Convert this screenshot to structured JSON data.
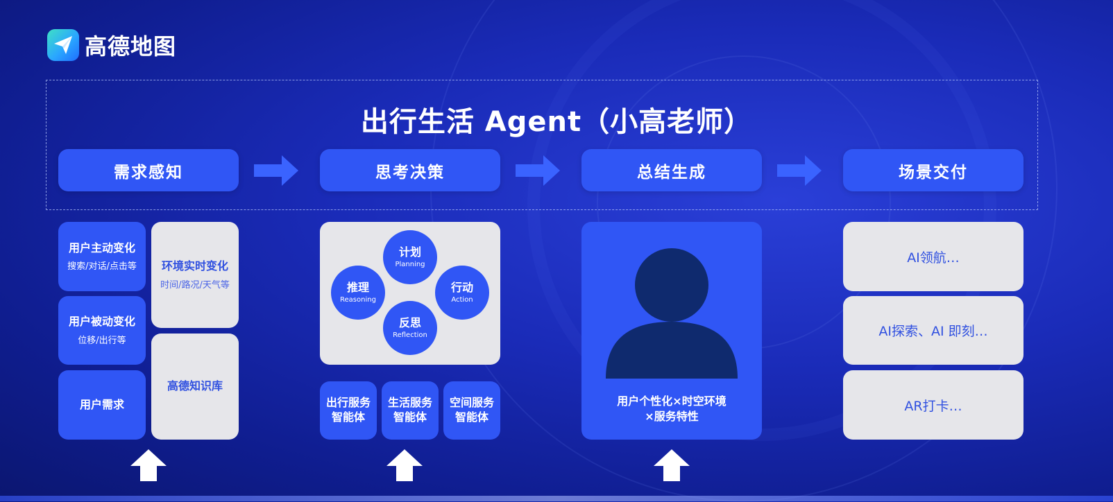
{
  "brand": {
    "name": "高德地图",
    "icon": "paper-plane-icon"
  },
  "title": "出行生活 Agent（小高老师）",
  "stages": [
    {
      "label": "需求感知"
    },
    {
      "label": "思考决策"
    },
    {
      "label": "总结生成"
    },
    {
      "label": "场景交付"
    }
  ],
  "perception": {
    "active": {
      "title": "用户主动变化",
      "sub": "搜索/对话/点击等"
    },
    "passive": {
      "title": "用户被动变化",
      "sub": "位移/出行等"
    },
    "need": {
      "title": "用户需求"
    },
    "env": {
      "title": "环境实时变化",
      "sub": "时间/路况/天气等"
    },
    "kb": {
      "title": "高德知识库"
    }
  },
  "decision": {
    "plan": {
      "cn": "计划",
      "en": "Planning"
    },
    "reason": {
      "cn": "推理",
      "en": "Reasoning"
    },
    "action": {
      "cn": "行动",
      "en": "Action"
    },
    "reflect": {
      "cn": "反思",
      "en": "Reflection"
    },
    "agents": [
      {
        "line1": "出行服务",
        "line2": "智能体"
      },
      {
        "line1": "生活服务",
        "line2": "智能体"
      },
      {
        "line1": "空间服务",
        "line2": "智能体"
      }
    ]
  },
  "summary": {
    "line1": "用户个性化×时空环境",
    "line2": "×服务特性",
    "icon": "user-silhouette-icon"
  },
  "delivery": [
    {
      "label": "AI领航…"
    },
    {
      "label": "AI探索、AI 即刻…"
    },
    {
      "label": "AR打卡…"
    }
  ],
  "colors": {
    "accent": "#3056f5",
    "tile_grey": "#e6e6ea",
    "person": "#0f2a6e",
    "text_blue": "#3050e0"
  }
}
